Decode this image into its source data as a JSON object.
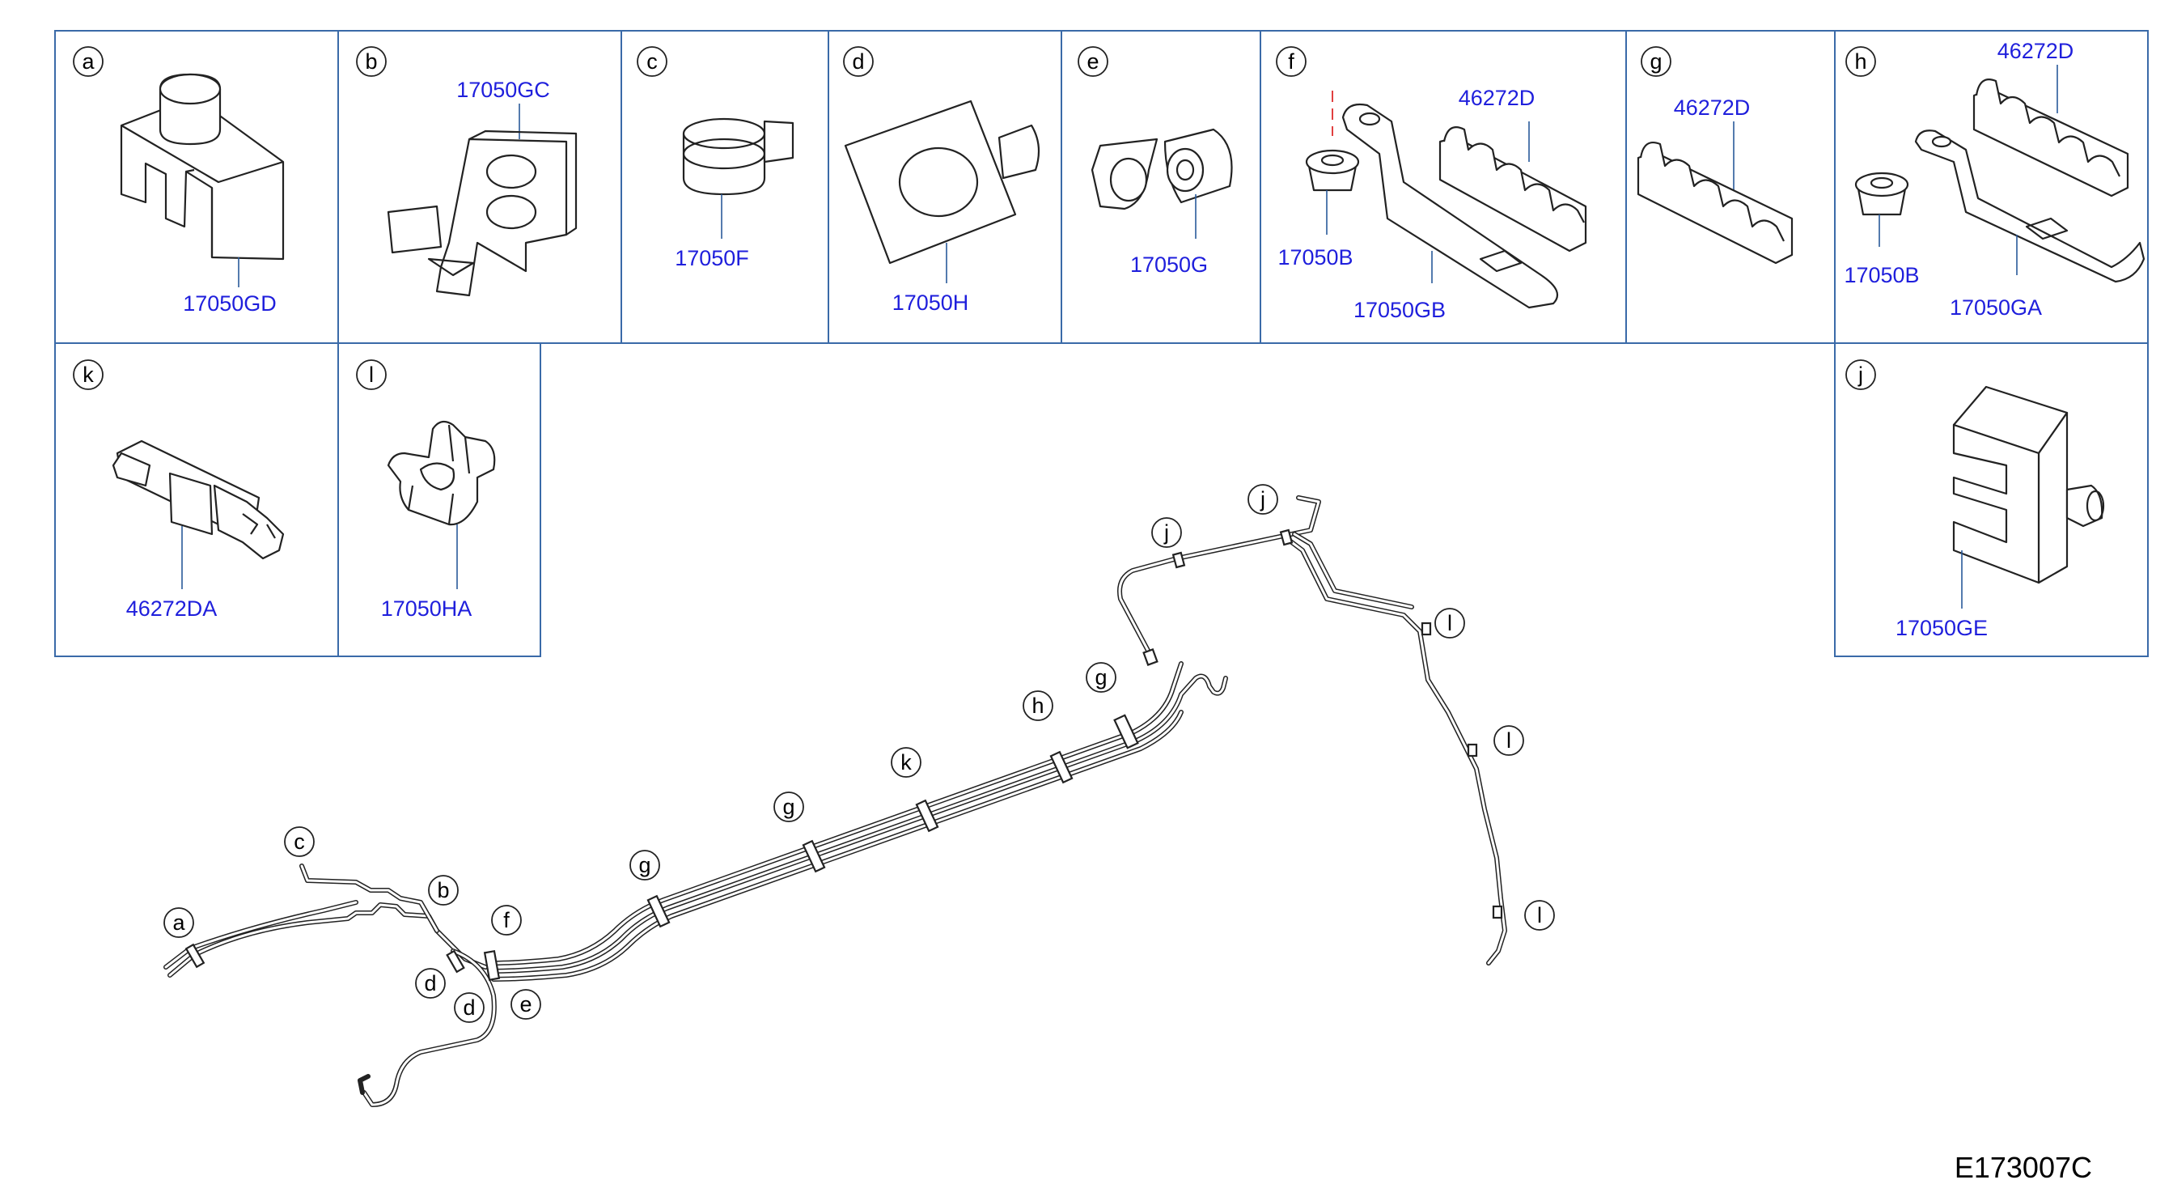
{
  "diagram_id": "E173007C",
  "cells": [
    {
      "letter": "a",
      "part": "17050GD"
    },
    {
      "letter": "b",
      "part": "17050GC"
    },
    {
      "letter": "c",
      "part": "17050F"
    },
    {
      "letter": "d",
      "part": "17050H"
    },
    {
      "letter": "e",
      "part": "17050G"
    },
    {
      "letter": "f",
      "parts": [
        "46272D",
        "17050B",
        "17050GB"
      ]
    },
    {
      "letter": "g",
      "part": "46272D"
    },
    {
      "letter": "h",
      "parts": [
        "46272D",
        "17050B",
        "17050GA"
      ]
    },
    {
      "letter": "k",
      "part": "46272DA"
    },
    {
      "letter": "l",
      "part": "17050HA"
    },
    {
      "letter": "j",
      "part": "17050GE"
    }
  ],
  "callouts": [
    "a",
    "b",
    "c",
    "d",
    "d",
    "e",
    "f",
    "g",
    "g",
    "k",
    "h",
    "g",
    "j",
    "j",
    "l",
    "l",
    "l"
  ]
}
